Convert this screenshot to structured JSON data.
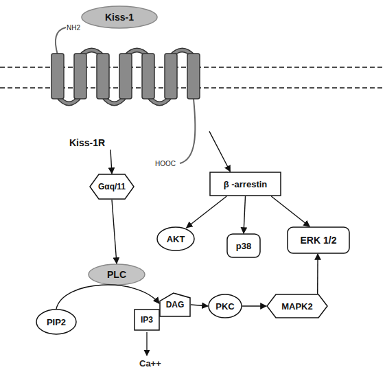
{
  "diagram": {
    "nodes": [
      {
        "text": [
          "Kiss-1"
        ]
      },
      {
        "text": [
          "Kiss-1R"
        ]
      },
      {
        "text": [
          "β -arrestin"
        ]
      },
      {
        "text": [
          "Gαq/11"
        ]
      },
      {
        "text": [
          "AKT"
        ]
      },
      {
        "text": [
          "p38"
        ]
      },
      {
        "text": [
          "ERK 1/2"
        ]
      },
      {
        "text": [
          "PLC"
        ]
      },
      {
        "text": [
          "PIP2"
        ]
      },
      {
        "text": [
          "IP3"
        ]
      },
      {
        "text": [
          "DAG"
        ]
      },
      {
        "text": [
          "PKC"
        ]
      },
      {
        "text": [
          "MAPK2"
        ]
      }
    ],
    "edges": [
      {
        "from": 1,
        "to": 3,
        "arrow": "to"
      },
      {
        "from": 1,
        "to": 2,
        "arrow": "to"
      },
      {
        "from": 2,
        "to": 4,
        "arrow": "to"
      },
      {
        "from": 2,
        "to": 5,
        "arrow": "to"
      },
      {
        "from": 2,
        "to": 6,
        "arrow": "to"
      },
      {
        "from": 3,
        "to": 7,
        "arrow": "to"
      },
      {
        "from": 8,
        "to": 10,
        "arrow": "to"
      },
      {
        "from": 10,
        "to": 11,
        "arrow": "to"
      },
      {
        "from": 11,
        "to": 12,
        "arrow": "to"
      },
      {
        "from": 12,
        "to": 6,
        "arrow": "to"
      }
    ],
    "labels": [
      "NH2",
      "HOOC",
      "Ca++"
    ]
  }
}
